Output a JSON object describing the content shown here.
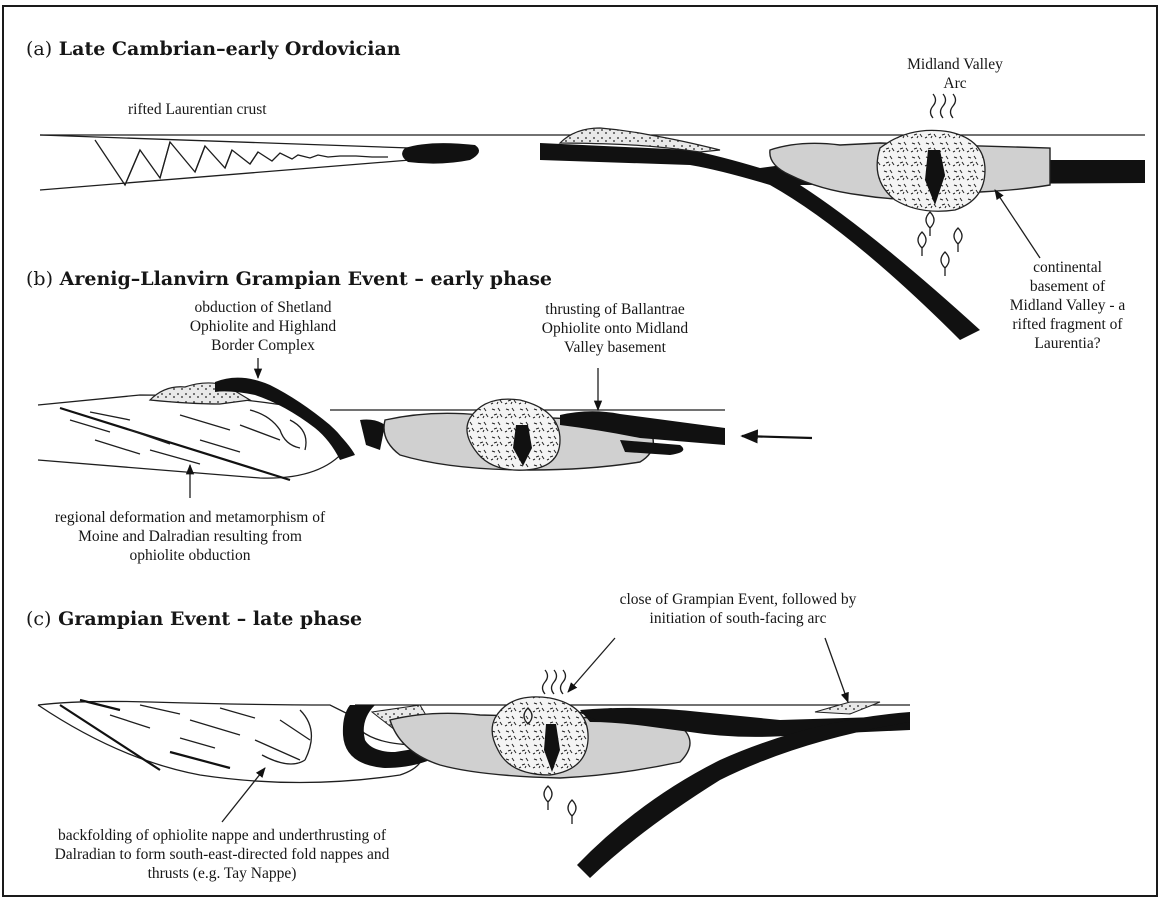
{
  "panels": {
    "a": {
      "letter": "(a)",
      "title": "Late Cambrian–early Ordovician",
      "labels": {
        "rifted_crust": "rifted Laurentian crust",
        "arc": [
          "Midland Valley",
          "Arc"
        ],
        "basement": [
          "continental",
          "basement of",
          "Midland Valley - a",
          "rifted fragment of",
          "Laurentia?"
        ]
      }
    },
    "b": {
      "letter": "(b)",
      "title": "Arenig–Llanvirn Grampian Event – early phase",
      "labels": {
        "obduction": [
          "obduction of Shetland",
          "Ophiolite and Highland",
          "Border Complex"
        ],
        "thrusting": [
          "thrusting of Ballantrae",
          "Ophiolite onto Midland",
          "Valley basement"
        ],
        "deformation": [
          "regional deformation and metamorphism of",
          "Moine and Dalradian resulting from",
          "ophiolite obduction"
        ]
      }
    },
    "c": {
      "letter": "(c)",
      "title": "Grampian Event – late phase",
      "labels": {
        "close": [
          "close of Grampian Event, followed by",
          "initiation of south-facing arc"
        ],
        "backfolding": [
          "backfolding of ophiolite nappe and underthrusting of",
          "Dalradian to form south-east-directed fold nappes and",
          "thrusts (e.g. Tay Nappe)"
        ]
      }
    }
  },
  "colors": {
    "ophiolite": "#111111",
    "basement": "#d0d0d0",
    "arc_intrusion": "#f4f4f4"
  }
}
